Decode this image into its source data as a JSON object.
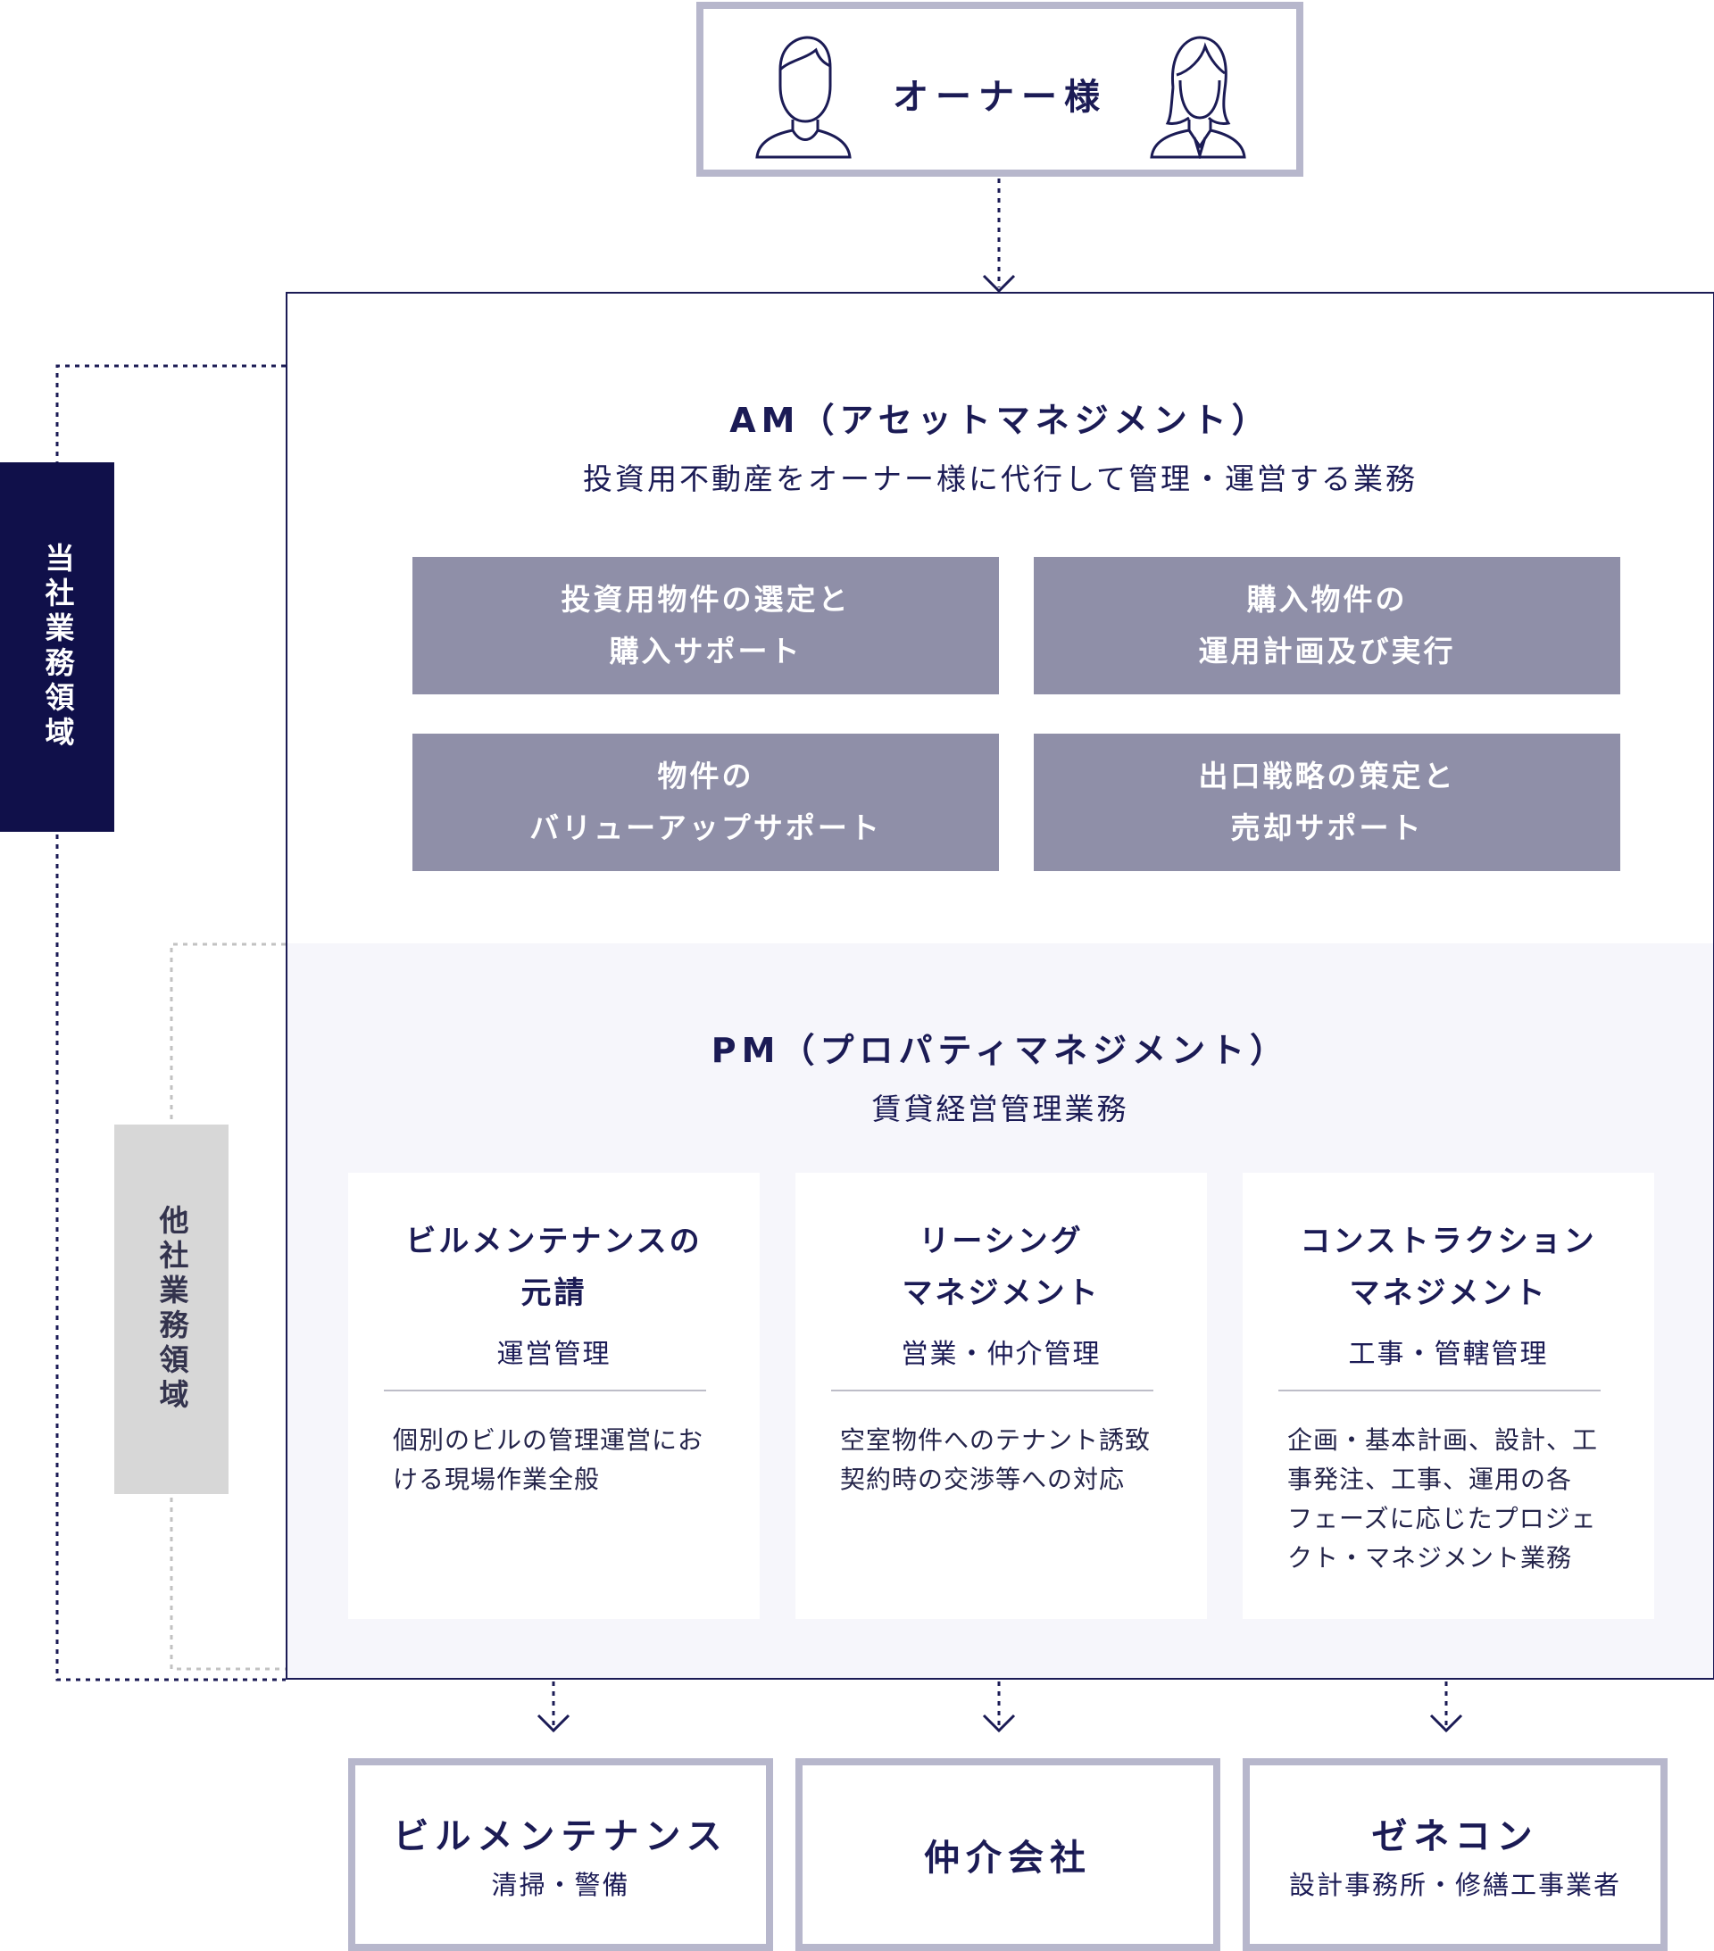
{
  "owner": {
    "title": "オーナー様"
  },
  "labels": {
    "own": "当社業務領域",
    "other": "他社業務領域"
  },
  "am": {
    "title": "AM（アセットマネジメント）",
    "subtitle": "投資用不動産をオーナー様に代行して管理・運営する業務",
    "boxes": [
      {
        "line1": "投資用物件の選定と",
        "line2": "購入サポート"
      },
      {
        "line1": "購入物件の",
        "line2": "運用計画及び実行"
      },
      {
        "line1": "物件の",
        "line2": "バリューアップサポート"
      },
      {
        "line1": "出口戦略の策定と",
        "line2": "売却サポート"
      }
    ]
  },
  "pm": {
    "title": "PM（プロパティマネジメント）",
    "subtitle": "賃貸経営管理業務",
    "cards": [
      {
        "title1": "ビルメンテナンスの",
        "title2": "元請",
        "sub": "運営管理",
        "desc": [
          "個別のビルの管理運営にお",
          "ける現場作業全般"
        ]
      },
      {
        "title1": "リーシング",
        "title2": "マネジメント",
        "sub": "営業・仲介管理",
        "desc": [
          "空室物件へのテナント誘致",
          "契約時の交渉等への対応"
        ]
      },
      {
        "title1": "コンストラクション",
        "title2": "マネジメント",
        "sub": "工事・管轄管理",
        "desc": [
          "企画・基本計画、設計、工",
          "事発注、工事、運用の各",
          "フェーズに応じたプロジェ",
          "クト・マネジメント業務"
        ]
      }
    ]
  },
  "bottom": [
    {
      "title": "ビルメンテナンス",
      "sub": "清掃・警備"
    },
    {
      "title": "仲介会社",
      "sub": ""
    },
    {
      "title": "ゼネコン",
      "sub": "設計事務所・修繕工事業者"
    }
  ],
  "colors": {
    "navy": "#10104a",
    "text": "#1b1b55",
    "box": "#8f8fa8",
    "border": "#b7b7cc",
    "pmBg": "#f6f6fb",
    "otherLabel": "#d7d7d7"
  }
}
